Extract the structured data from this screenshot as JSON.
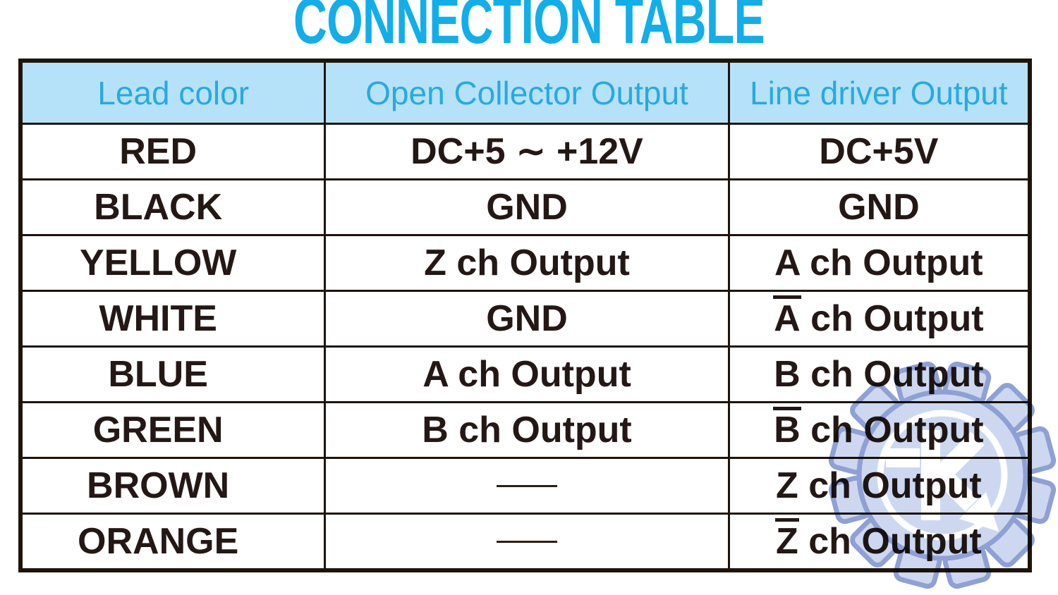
{
  "title": "CONNECTION TABLE",
  "colors": {
    "accent_cyan": "#12aee9",
    "header_background": "#b5e2f9",
    "header_text": "#29a9e0",
    "lead_text": "#16ace8",
    "body_text": "#231815",
    "border": "#1e140c",
    "watermark_fill": "#cdd8f0",
    "watermark_stroke": "#8fa0d4"
  },
  "table": {
    "headers": [
      "Lead color",
      "Open Collector Output",
      "Line driver Output"
    ],
    "rows": [
      {
        "lead": "RED",
        "oc": {
          "text": "DC+5 ∼ +12V"
        },
        "ld": {
          "text": "DC+5V"
        }
      },
      {
        "lead": "BLACK",
        "oc": {
          "text": "GND"
        },
        "ld": {
          "text": "GND"
        }
      },
      {
        "lead": "YELLOW",
        "oc": {
          "text": "Z ch Output"
        },
        "ld": {
          "text": "A ch Output"
        }
      },
      {
        "lead": "WHITE",
        "oc": {
          "text": "GND"
        },
        "ld": {
          "overbar": "A",
          "text": " ch Output"
        }
      },
      {
        "lead": "BLUE",
        "oc": {
          "text": "A ch Output"
        },
        "ld": {
          "text": "B ch Output"
        }
      },
      {
        "lead": "GREEN",
        "oc": {
          "text": "B ch Output"
        },
        "ld": {
          "overbar": "B",
          "text": " ch Output"
        }
      },
      {
        "lead": "BROWN",
        "oc": {
          "dash": true
        },
        "ld": {
          "text": "Z ch Output"
        }
      },
      {
        "lead": "ORANGE",
        "oc": {
          "dash": true
        },
        "ld": {
          "overbar": "Z",
          "text": " ch Output"
        }
      }
    ]
  },
  "watermark": {
    "name": "gear-k-logo"
  }
}
